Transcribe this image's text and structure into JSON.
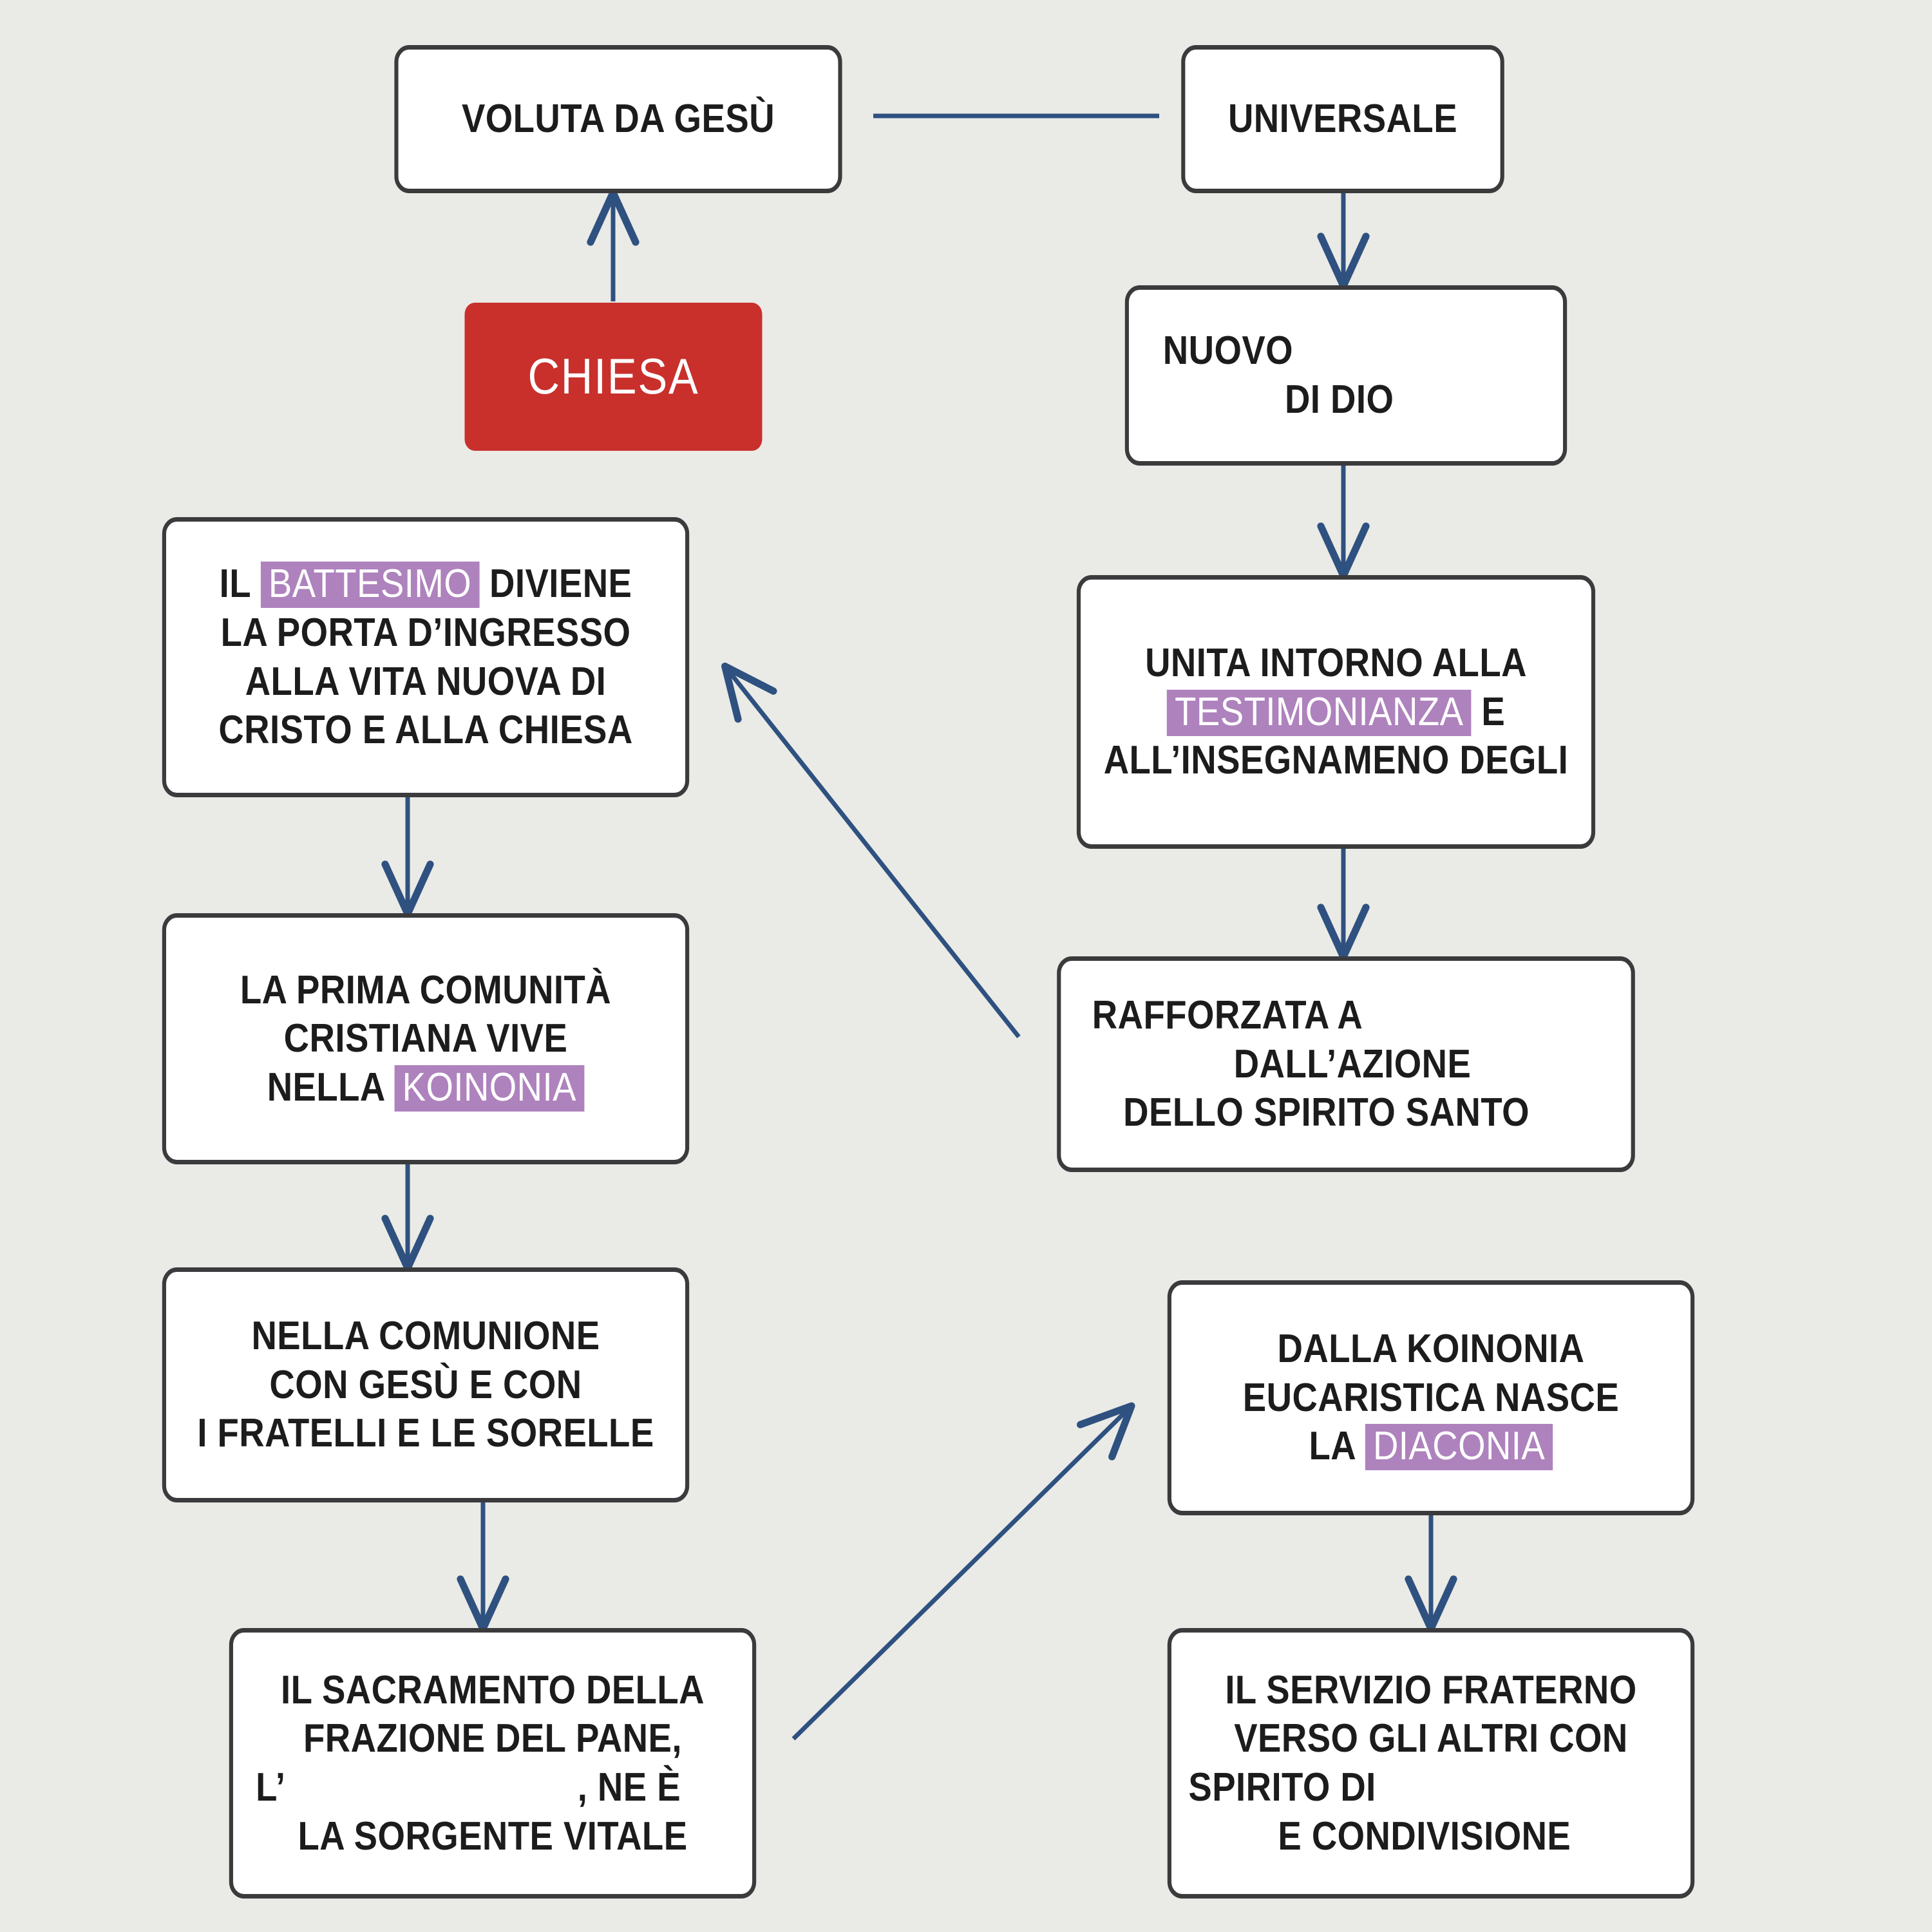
{
  "diagram": {
    "title_concept": "CHIESA",
    "background_color": "#eaeae6",
    "box_fill": "#ffffff",
    "box_border_color": "#3b3b3d",
    "accent_color": "#c9302c",
    "highlight_color": "#ae82bd",
    "connector_color": "#2e5180",
    "language": "it"
  },
  "nodes": {
    "chiesa": {
      "label": "CHIESA"
    },
    "voluta": {
      "line1": "VOLUTA DA GESÙ"
    },
    "universale": {
      "line1": "UNIVERSALE"
    },
    "nuovo": {
      "line1": "NUOVO",
      "line2": "DI DIO"
    },
    "battesimo": {
      "line1_pre": "IL ",
      "line1_hl": "BATTESIMO",
      "line1_post": " DIVIENE",
      "line2": "LA PORTA D’INGRESSO",
      "line3": "ALLA VITA NUOVA DI",
      "line4": "CRISTO E ALLA CHIESA"
    },
    "testimonianza": {
      "line1": "UNITA INTORNO ALLA",
      "line2_hl": "TESTIMONIANZA",
      "line2_post": " E",
      "line3": "ALL’INSEGNAMENO DEGLI"
    },
    "prima_comunita": {
      "line1": "LA PRIMA COMUNITÀ",
      "line2": "CRISTIANA VIVE",
      "line3_pre": "NELLA ",
      "line3_hl": "KOINONIA"
    },
    "rafforzata": {
      "line1": "RAFFORZATA A",
      "line2": "DALL’AZIONE",
      "line3": "DELLO SPIRITO SANTO"
    },
    "comunione": {
      "line1": "NELLA COMUNIONE",
      "line2": "CON GESÙ E CON",
      "line3": "I FRATELLI E LE SORELLE"
    },
    "diaconia": {
      "line1": "DALLA KOINONIA",
      "line2": "EUCARISTICA NASCE",
      "line3_pre": "LA ",
      "line3_hl": "DIACONIA"
    },
    "sacramento": {
      "line1": "IL SACRAMENTO DELLA",
      "line2": "FRAZIONE DEL PANE,",
      "line3_pre": "L’",
      "line3_post": ", NE È",
      "line4": "LA SORGENTE VITALE"
    },
    "servizio": {
      "line1": "IL SERVIZIO FRATERNO",
      "line2": "VERSO GLI ALTRI CON",
      "line3": "SPIRITO DI",
      "line4": "E CONDIVISIONE"
    }
  },
  "connectors": [
    {
      "name": "voluta-to-universale",
      "from": "voluta",
      "to": "universale",
      "style": "straight-horizontal",
      "arrow": "none"
    },
    {
      "name": "chiesa-to-voluta",
      "from": "chiesa",
      "to": "voluta",
      "style": "straight-vertical",
      "arrow": "end"
    },
    {
      "name": "universale-to-nuovo",
      "from": "universale",
      "to": "nuovo",
      "style": "straight-vertical",
      "arrow": "end"
    },
    {
      "name": "nuovo-to-testimonianza",
      "from": "nuovo",
      "to": "testimonianza",
      "style": "straight-vertical",
      "arrow": "end"
    },
    {
      "name": "testimonianza-to-rafforzata",
      "from": "testimonianza",
      "to": "rafforzata",
      "style": "straight-vertical",
      "arrow": "end"
    },
    {
      "name": "rafforzata-to-battesimo",
      "from": "rafforzata",
      "to": "battesimo",
      "style": "diagonal",
      "arrow": "end"
    },
    {
      "name": "battesimo-to-prima",
      "from": "battesimo",
      "to": "prima_comunita",
      "style": "straight-vertical",
      "arrow": "end"
    },
    {
      "name": "prima-to-comunione",
      "from": "prima_comunita",
      "to": "comunione",
      "style": "straight-vertical",
      "arrow": "end"
    },
    {
      "name": "comunione-to-sacramento",
      "from": "comunione",
      "to": "sacramento",
      "style": "straight-vertical",
      "arrow": "end"
    },
    {
      "name": "sacramento-to-diaconia",
      "from": "sacramento",
      "to": "diaconia",
      "style": "diagonal",
      "arrow": "end"
    },
    {
      "name": "diaconia-to-servizio",
      "from": "diaconia",
      "to": "servizio",
      "style": "straight-vertical",
      "arrow": "end"
    }
  ]
}
